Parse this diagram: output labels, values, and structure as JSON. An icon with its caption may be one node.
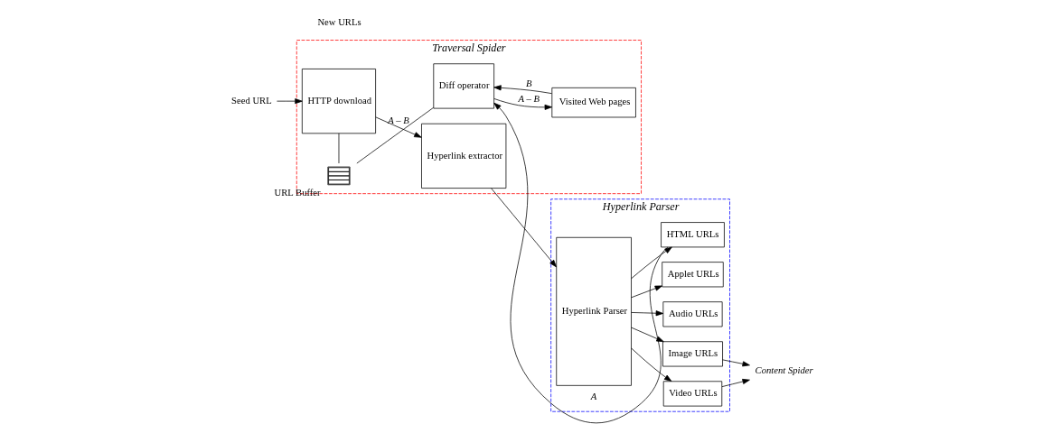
{
  "diagram": {
    "nodes": [
      {
        "text": [
          "Seed URL"
        ]
      },
      {
        "text": [
          "Traversal Spider"
        ]
      },
      {
        "text": [
          "HTTP download"
        ],
        "in": 1
      },
      {
        "text": [
          "Hyperlink extractor"
        ],
        "in": 1
      },
      {
        "text": [],
        "shape": "queue",
        "beside": [
          "URL Buffer"
        ],
        "in": 1
      },
      {
        "text": [
          "Diff operator"
        ],
        "in": 1
      },
      {
        "text": [
          "Visited Web pages"
        ],
        "in": 1
      },
      {
        "text": [
          "Hyperlink Parser"
        ]
      },
      {
        "text": [
          "Hyperlink Parser"
        ],
        "in": 7
      },
      {
        "text": [
          "Image URLs"
        ],
        "in": 7
      },
      {
        "text": [
          "Video URLs"
        ],
        "in": 7
      },
      {
        "text": [
          "Audio URLs"
        ],
        "in": 7
      },
      {
        "text": [
          "Applet URLs"
        ],
        "in": 7
      },
      {
        "text": [
          "HTML URLs"
        ],
        "in": 7
      },
      {
        "text": [
          "Content Spider"
        ]
      }
    ],
    "edges": [
      {
        "from": 0,
        "to": 2,
        "arrow": "to"
      },
      {
        "from": 2,
        "to": 3,
        "arrow": "to"
      },
      {
        "from": 3,
        "to": 8,
        "arrow": "to"
      },
      {
        "from": 8,
        "to": 9,
        "arrow": "to"
      },
      {
        "from": 8,
        "to": 10,
        "arrow": "to"
      },
      {
        "from": 8,
        "to": 11,
        "arrow": "to"
      },
      {
        "from": 8,
        "to": 12,
        "arrow": "to"
      },
      {
        "from": 8,
        "to": 13,
        "arrow": "to"
      },
      {
        "from": 9,
        "to": 14,
        "arrow": "to"
      },
      {
        "from": 10,
        "to": 14,
        "arrow": "to"
      },
      {
        "from": 13,
        "to": 5,
        "arrow": "to",
        "label": "A"
      },
      {
        "from": 6,
        "to": 5,
        "arrow": "to",
        "label": "B"
      },
      {
        "from": 5,
        "to": 6,
        "arrow": "to",
        "label": "A – B"
      },
      {
        "from": 5,
        "to": 4,
        "arrow": "none",
        "label": "A – B"
      },
      {
        "from": 4,
        "to": 2,
        "arrow": "none"
      }
    ],
    "labels": [
      "New URLs"
    ]
  }
}
